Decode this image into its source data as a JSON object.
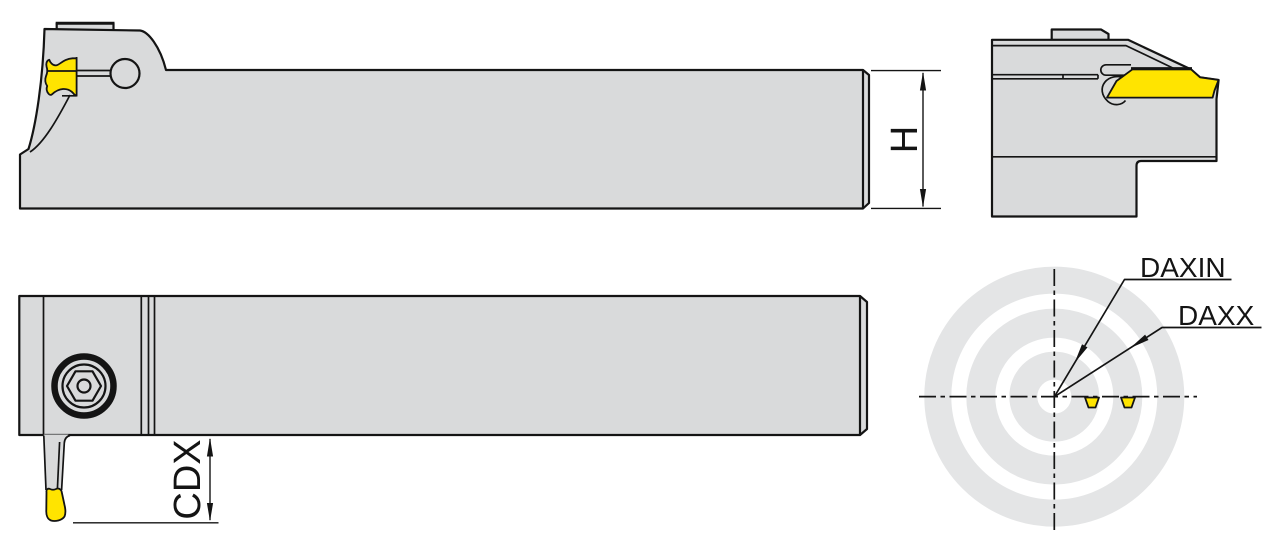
{
  "drawing": {
    "dimension_labels": {
      "h": "H",
      "cdx": "CDX"
    },
    "leader_labels": {
      "daxin": "DAXIN",
      "daxx": "DAXX"
    }
  },
  "colors": {
    "body_gray": "#d9dadb",
    "ring_gray": "#e4e5e6",
    "insert_yellow": "#ffe400",
    "line_black": "#141414",
    "background": "#ffffff"
  }
}
